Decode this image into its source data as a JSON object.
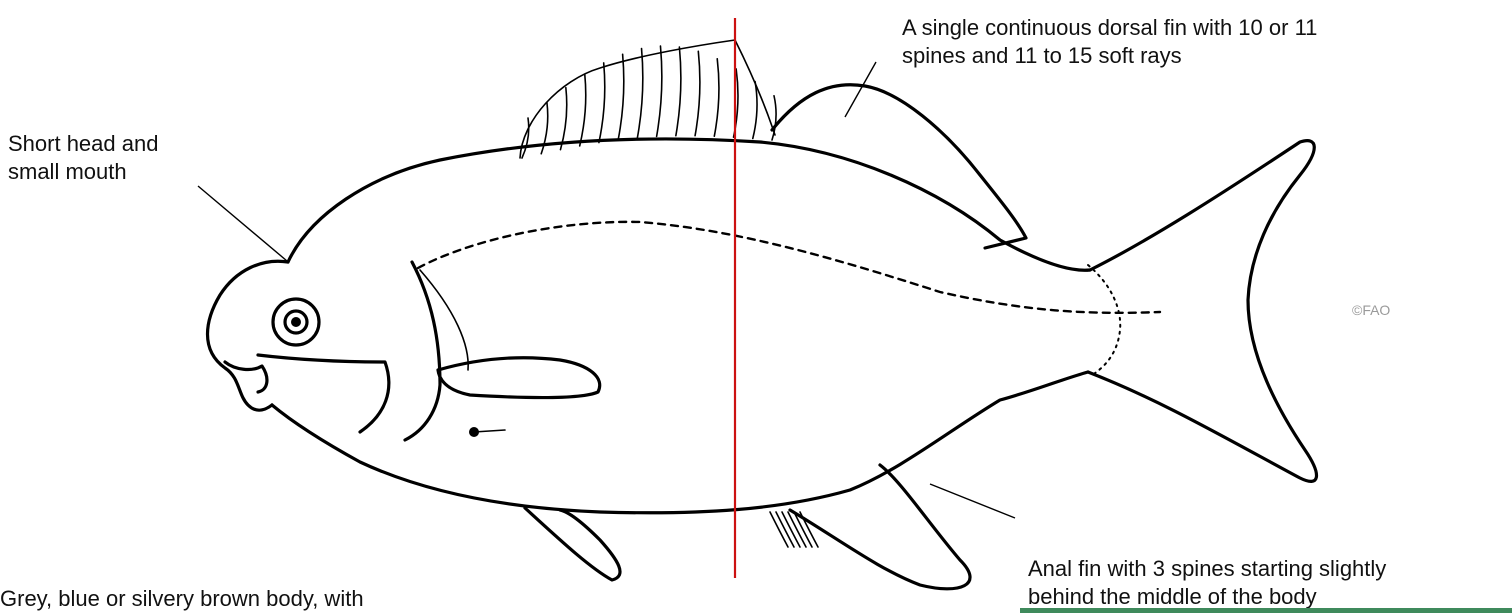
{
  "labels": {
    "dorsal_fin": [
      "A single continuous dorsal fin with 10 or 11",
      "spines and 11 to 15 soft rays"
    ],
    "head": [
      "Short head and",
      "small mouth"
    ],
    "anal_fin": [
      "Anal fin with 3 spines starting slightly",
      "behind the middle of the body"
    ],
    "body_colour": [
      "Grey, blue or silvery brown body, with"
    ]
  },
  "credit": "©FAO",
  "colors": {
    "midline": "#cc1111",
    "outline": "#000000",
    "credit_text": "#9a9a9a",
    "bottom_bar": "#3f8a5c"
  }
}
